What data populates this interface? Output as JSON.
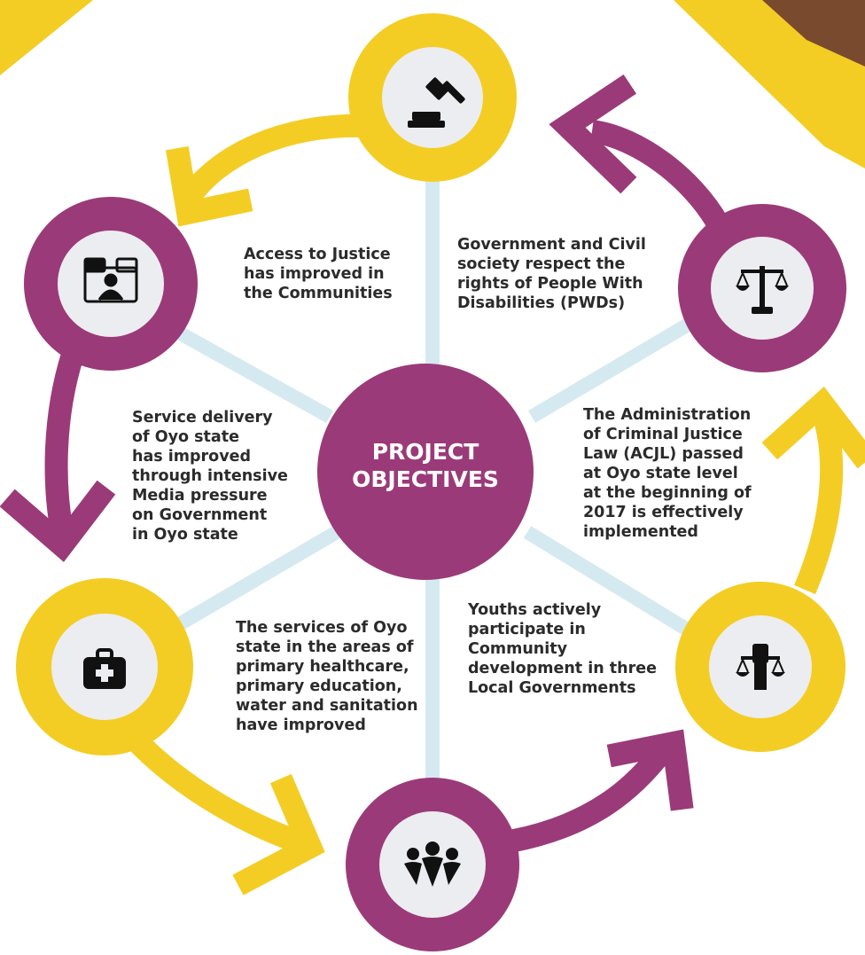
{
  "center": {
    "title_line1": "PROJECT",
    "title_line2": "OBJECTIVES"
  },
  "colors": {
    "purple": "#9B3A79",
    "yellow": "#F4CD24",
    "spoke": "#D4EAF0",
    "icon_bg": "#ECEDF0",
    "text": "#2B2B2B"
  },
  "nodes": [
    {
      "id": "top",
      "ring": "yellow",
      "icon": "gavel-icon"
    },
    {
      "id": "upper-left",
      "ring": "purple",
      "icon": "media-screen-icon"
    },
    {
      "id": "upper-right",
      "ring": "purple",
      "icon": "scales-icon"
    },
    {
      "id": "lower-left",
      "ring": "yellow",
      "icon": "medical-kit-icon"
    },
    {
      "id": "lower-right",
      "ring": "yellow",
      "icon": "justice-fist-icon"
    },
    {
      "id": "bottom",
      "ring": "purple",
      "icon": "community-icon"
    }
  ],
  "objectives": {
    "access_justice": [
      "Access to Justice",
      "has improved in",
      "the Communities"
    ],
    "pwd_rights": [
      "Government and Civil",
      "society respect the",
      "rights of People With",
      "Disabilities (PWDs)"
    ],
    "service_delivery": [
      "Service delivery",
      "of Oyo state",
      "has improved",
      "through intensive",
      "Media pressure",
      "on Government",
      "in Oyo state"
    ],
    "acjl": [
      "The Administration",
      "of Criminal Justice",
      "Law (ACJL) passed",
      "at Oyo state level",
      "at the beginning of",
      "2017 is effectively",
      "implemented"
    ],
    "services": [
      "The services of Oyo",
      "state in the areas of",
      "primary healthcare,",
      "primary education,",
      "water and sanitation",
      "have improved"
    ],
    "youths": [
      "Youths actively",
      "participate in",
      "Community",
      "development in three",
      "Local Governments"
    ]
  }
}
